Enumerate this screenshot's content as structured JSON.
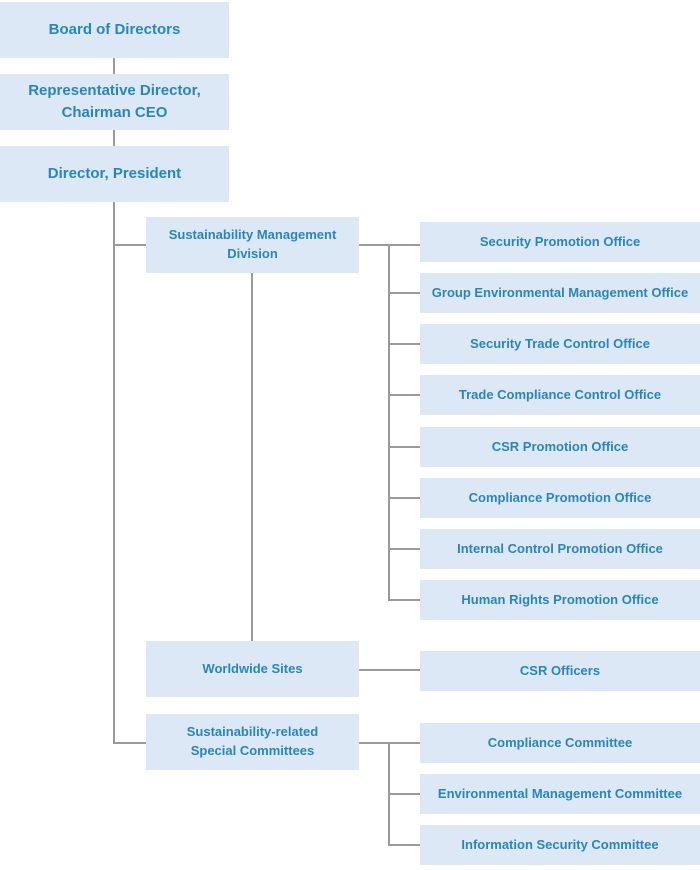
{
  "top": {
    "board": "Board of Directors",
    "representative": "Representative Director,\nChairman CEO",
    "president": "Director, President"
  },
  "divisions": {
    "sustainability": "Sustainability Management\nDivision",
    "worldwide": "Worldwide Sites",
    "committees": "Sustainability-related\nSpecial Committees"
  },
  "offices": [
    "Security Promotion Office",
    "Group Environmental Management  Office",
    "Security Trade Control Office",
    "Trade Compliance Control Office",
    "CSR Promotion Office",
    "Compliance Promotion Office",
    "Internal Control Promotion Office",
    "Human Rights Promotion Office"
  ],
  "officers": "CSR Officers",
  "committees": [
    "Compliance Committee",
    "Environmental Management Committee",
    "Information Security Committee"
  ]
}
